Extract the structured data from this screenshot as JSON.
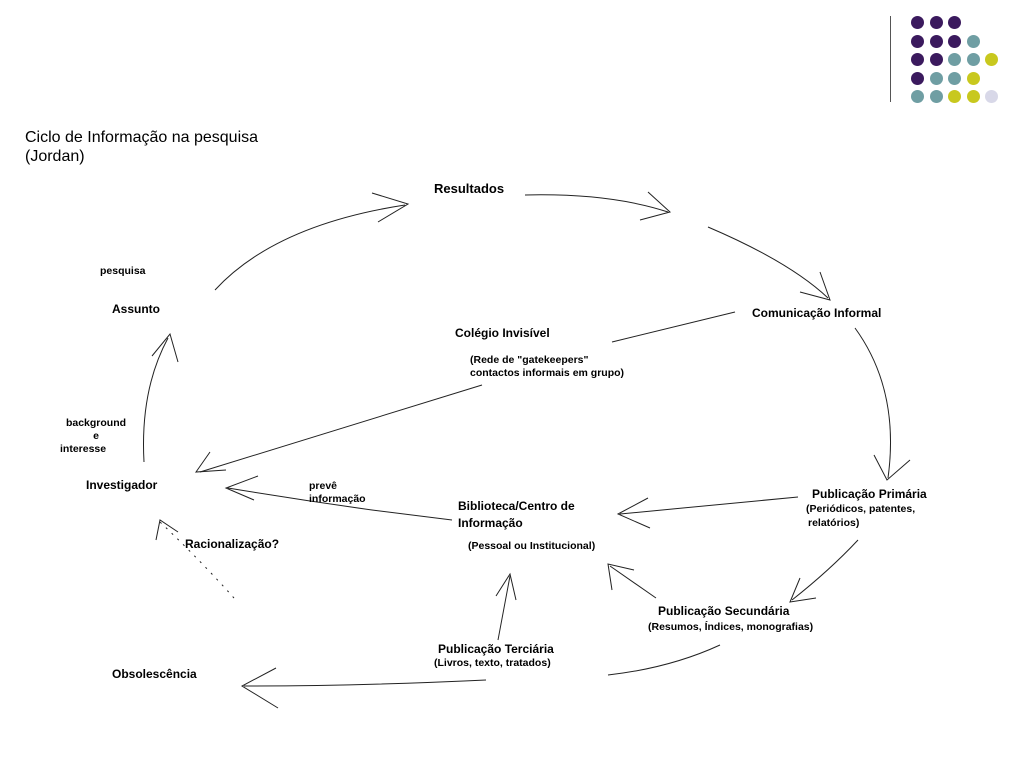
{
  "title": {
    "line1": "Ciclo de Informação na pesquisa",
    "line2": "(Jordan)"
  },
  "nodes": {
    "resultados": "Resultados",
    "pesquisa": "pesquisa",
    "assunto": "Assunto",
    "colegio": "Colégio Invisível",
    "colegio_sub1": "(Rede de \"gatekeepers\"",
    "colegio_sub2": "contactos informais em grupo)",
    "comunicacao": "Comunicação Informal",
    "background": "background",
    "e": "e",
    "interesse": "interesse",
    "investigador": "Investigador",
    "preve1": "prevê",
    "preve2": "informação",
    "biblioteca1": "Biblioteca/Centro de",
    "biblioteca2": "Informação",
    "biblioteca_sub": "(Pessoal ou Institucional)",
    "primaria": "Publicação Primária",
    "primaria_sub1": "(Periódicos, patentes,",
    "primaria_sub2": "relatórios)",
    "racionalizacao": "Racionalização?",
    "secundaria": "Publicação Secundária",
    "secundaria_sub": "(Resumos, Índices, monografias)",
    "terciaria": "Publicação Terciária",
    "terciaria_sub": "(Livros, texto, tratados)",
    "obsolescencia": "Obsolescência"
  },
  "decor": {
    "dot_rows": [
      [
        "purple",
        "purple",
        "purple"
      ],
      [
        "purple",
        "purple",
        "purple",
        "teal"
      ],
      [
        "purple",
        "purple",
        "teal",
        "teal",
        "yellow"
      ],
      [
        "purple",
        "teal",
        "teal",
        "yellow"
      ],
      [
        "teal",
        "teal",
        "yellow",
        "yellow",
        "lavender"
      ]
    ],
    "colors": {
      "purple": "#3b1a5e",
      "teal": "#6f9ea3",
      "yellow": "#c8c81e",
      "lavender": "#d8d8e8"
    }
  }
}
